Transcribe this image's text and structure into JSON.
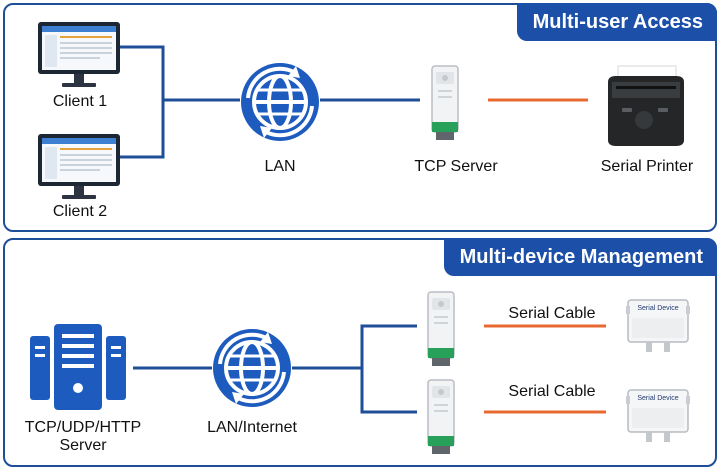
{
  "top": {
    "banner": "Multi-user Access",
    "nodes": {
      "client1": "Client 1",
      "client2": "Client 2",
      "lan": "LAN",
      "tcp_server": "TCP Server",
      "printer": "Serial Printer"
    }
  },
  "bottom": {
    "banner": "Multi-device Management",
    "nodes": {
      "server_line1": "TCP/UDP/HTTP",
      "server_line2": "Server",
      "lan_internet": "LAN/Internet",
      "cable1": "Serial Cable",
      "cable2": "Serial Cable",
      "device1": "Serial Device",
      "device2": "Serial Device"
    }
  },
  "colors": {
    "accent_blue": "#1b4fa8",
    "network_line": "#1f4e99",
    "serial_line": "#e8692f"
  }
}
